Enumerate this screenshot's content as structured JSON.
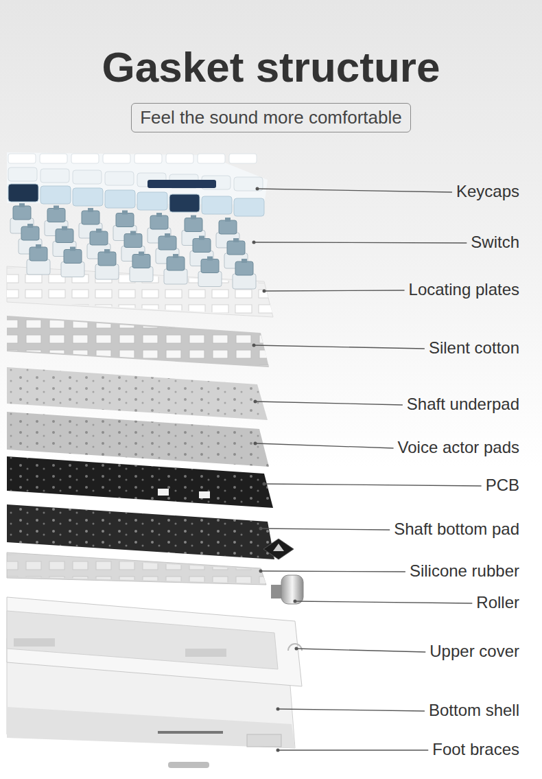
{
  "diagram": {
    "title": "Gasket structure",
    "caption": "Feel the sound more comfortable",
    "labels": [
      "Keycaps",
      "Switch",
      "Locating plates",
      "Silent cotton",
      "Shaft underpad",
      "Voice actor pads",
      "PCB",
      "Shaft bottom pad",
      "Silicone rubber",
      "Roller",
      "Upper cover",
      "Bottom shell",
      "Foot braces"
    ]
  }
}
